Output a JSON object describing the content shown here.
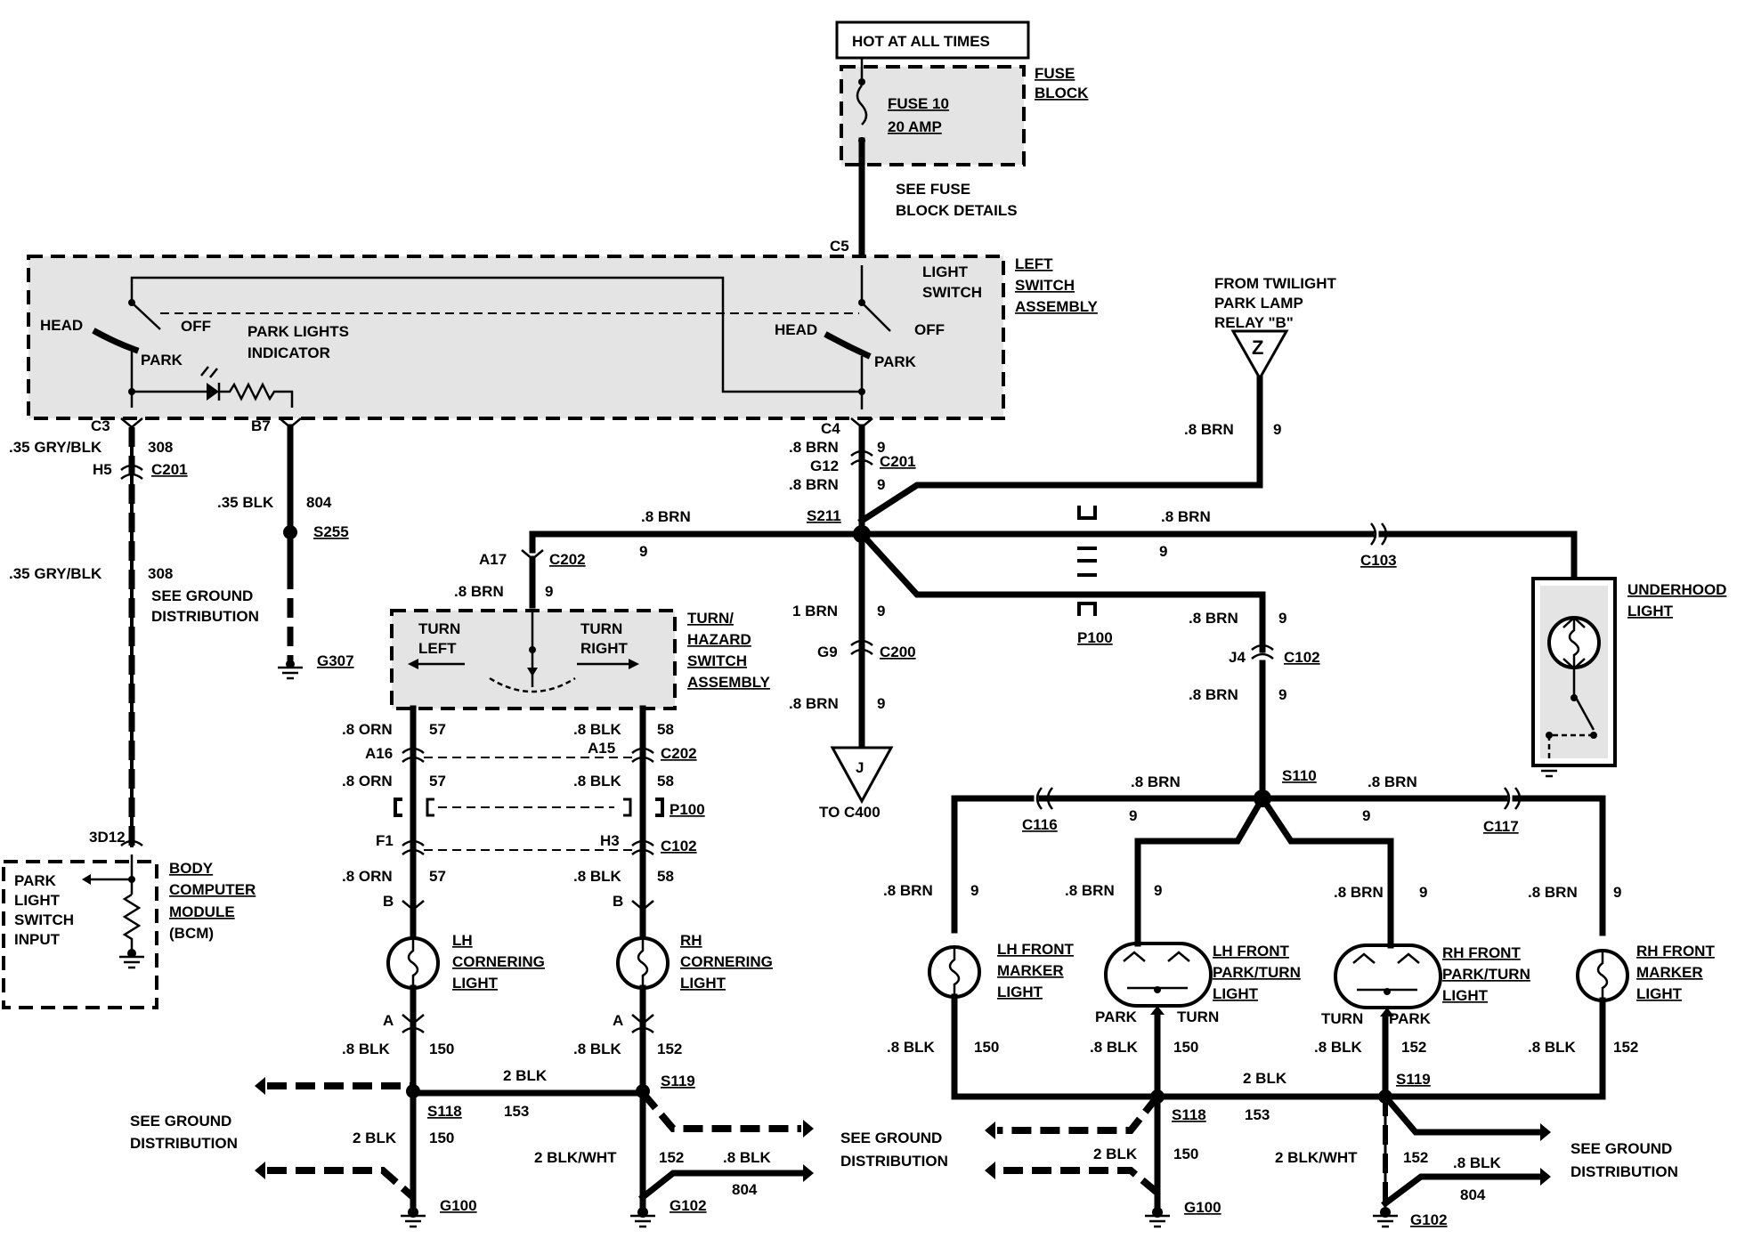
{
  "hot": "HOT AT ALL TIMES",
  "fuse_block": {
    "l1": "FUSE",
    "l2": "BLOCK",
    "fuse1": "FUSE 10",
    "fuse2": "20 AMP",
    "see1": "SEE FUSE",
    "see2": "BLOCK DETAILS",
    "c5": "C5"
  },
  "light_switch": {
    "l1": "LIGHT",
    "l2": "SWITCH",
    "left": "LEFT",
    "sw": "SWITCH",
    "asm": "ASSEMBLY",
    "head": "HEAD",
    "off": "OFF",
    "park": "PARK",
    "pli1": "PARK LIGHTS",
    "pli2": "INDICATOR"
  },
  "left_wires": {
    "c3": "C3",
    "gry": ".35 GRY/BLK",
    "n308": "308",
    "h5": "H5",
    "c201": "C201",
    "b7": "B7",
    "blk": ".35 BLK",
    "n804": "804",
    "s255": "S255",
    "gry2": ".35 GRY/BLK",
    "n308b": "308",
    "sg1": "SEE GROUND",
    "sg2": "DISTRIBUTION",
    "g307": "G307"
  },
  "bcm": {
    "pin": "3D12",
    "i1": "PARK",
    "i2": "LIGHT",
    "i3": "SWITCH",
    "i4": "INPUT",
    "b1": "BODY",
    "b2": "COMPUTER",
    "b3": "MODULE",
    "b4": "(BCM)"
  },
  "center": {
    "c4": "C4",
    "brn1": ".8 BRN",
    "n9a": "9",
    "g12": "G12",
    "c201": "C201",
    "brn2": ".8 BRN",
    "n9b": "9",
    "s211": "S211",
    "brn3": ".8 BRN",
    "n9c": "9",
    "brn4": "1 BRN",
    "n9d": "9",
    "g9": "G9",
    "c200": "C200",
    "brn5": ".8 BRN",
    "n9e": "9",
    "j": "J",
    "toc400": "TO C400"
  },
  "twilight": {
    "l1": "FROM TWILIGHT",
    "l2": "PARK LAMP",
    "l3": "RELAY \"B\"",
    "z": "Z",
    "brn": ".8 BRN",
    "n9": "9"
  },
  "right_top": {
    "brn": ".8 BRN",
    "n9": "9",
    "c103": "C103",
    "p100": "P100",
    "brn2": ".8 BRN",
    "n9b": "9",
    "j4": "J4",
    "c102": "C102",
    "brn3": ".8 BRN",
    "n9c": "9",
    "uh1": "UNDERHOOD",
    "uh2": "LIGHT"
  },
  "turn": {
    "a17": "A17",
    "c202": "C202",
    "brn": ".8 BRN",
    "n9": "9",
    "left1": "TURN",
    "left2": "LEFT",
    "right1": "TURN",
    "right2": "RIGHT",
    "t1": "TURN/",
    "t2": "HAZARD",
    "t3": "SWITCH",
    "t4": "ASSEMBLY"
  },
  "cornering": {
    "orn1": ".8 ORN",
    "n57a": "57",
    "blk1": ".8 BLK",
    "n58a": "58",
    "a16": "A16",
    "a15": "A15",
    "c202": "C202",
    "orn2": ".8 ORN",
    "n57b": "57",
    "blk2": ".8 BLK",
    "n58b": "58",
    "p100": "P100",
    "f1": "F1",
    "h3": "H3",
    "c102": "C102",
    "orn3": ".8 ORN",
    "n57c": "57",
    "blk3": ".8 BLK",
    "n58c": "58",
    "b": "B",
    "b2": "B",
    "lh1": "LH",
    "lh2": "CORNERING",
    "lh3": "LIGHT",
    "rh1": "RH",
    "rh2": "CORNERING",
    "rh3": "LIGHT",
    "a": "A",
    "a2": "A",
    "blk4": ".8 BLK",
    "n150": "150",
    "blk5": ".8 BLK",
    "n152": "152",
    "blk2a": "2 BLK",
    "n153": "153",
    "s119": "S119",
    "s118": "S118",
    "sg1": "SEE GROUND",
    "sg2": "DISTRIBUTION",
    "blk2b": "2 BLK",
    "n150b": "150",
    "bw": "2 BLK/WHT",
    "n152b": "152",
    "blk6": ".8 BLK",
    "n804": "804",
    "sg3": "SEE GROUND",
    "sg4": "DISTRIBUTION",
    "g100": "G100",
    "g102": "G102"
  },
  "front": {
    "s110": "S110",
    "brn1": ".8 BRN",
    "n9a": "9",
    "brn2": ".8 BRN",
    "n9b": "9",
    "c116": "C116",
    "c117": "C117",
    "brn3": ".8 BRN",
    "n9c": "9",
    "brn4": ".8 BRN",
    "n9d": "9",
    "brn5": ".8 BRN",
    "n9e": "9",
    "brn6": ".8 BRN",
    "n9f": "9",
    "lm1": "LH FRONT",
    "lm2": "MARKER",
    "lm3": "LIGHT",
    "lp1": "LH FRONT",
    "lp2": "PARK/TURN",
    "lp3": "LIGHT",
    "rp1": "RH FRONT",
    "rp2": "PARK/TURN",
    "rp3": "LIGHT",
    "rm1": "RH FRONT",
    "rm2": "MARKER",
    "rm3": "LIGHT",
    "park": "PARK",
    "turn": "TURN",
    "turn2": "TURN",
    "park2": "PARK",
    "blk1": ".8 BLK",
    "n150a": "150",
    "blk2": ".8 BLK",
    "n150b": "150",
    "blk3": ".8 BLK",
    "n152a": "152",
    "blk4": ".8 BLK",
    "n152b": "152",
    "blk2a": "2 BLK",
    "n153": "153",
    "s119": "S119",
    "s118": "S118",
    "blk2b": "2 BLK",
    "n150c": "150",
    "bw": "2 BLK/WHT",
    "n152c": "152",
    "blk5": ".8 BLK",
    "n804": "804",
    "sg1": "SEE GROUND",
    "sg2": "DISTRIBUTION",
    "g100": "G100",
    "g102": "G102"
  }
}
